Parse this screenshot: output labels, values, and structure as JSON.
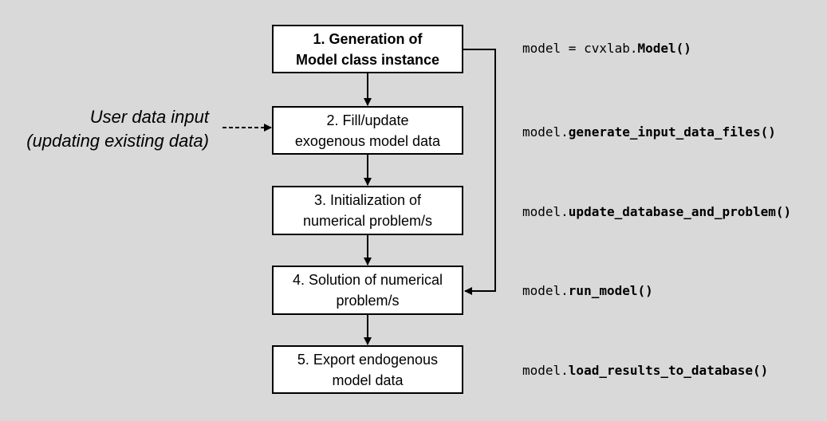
{
  "steps": [
    {
      "line1": "1. Generation of",
      "line2": "Model class instance"
    },
    {
      "line1": "2. Fill/update",
      "line2": "exogenous model data"
    },
    {
      "line1": "3. Initialization of",
      "line2": "numerical problem/s"
    },
    {
      "line1": "4. Solution of numerical",
      "line2": "problem/s"
    },
    {
      "line1": "5. Export endogenous",
      "line2": "model data"
    }
  ],
  "user_input": {
    "line1": "User data input",
    "line2": "(updating existing data)"
  },
  "code": [
    {
      "prefix": "model = cvxlab.",
      "fn": "Model()"
    },
    {
      "prefix": "model.",
      "fn": "generate_input_data_files()"
    },
    {
      "prefix": "model.",
      "fn": "update_database_and_problem()"
    },
    {
      "prefix": "model.",
      "fn": "run_model()"
    },
    {
      "prefix": "model.",
      "fn": "load_results_to_database()"
    }
  ]
}
